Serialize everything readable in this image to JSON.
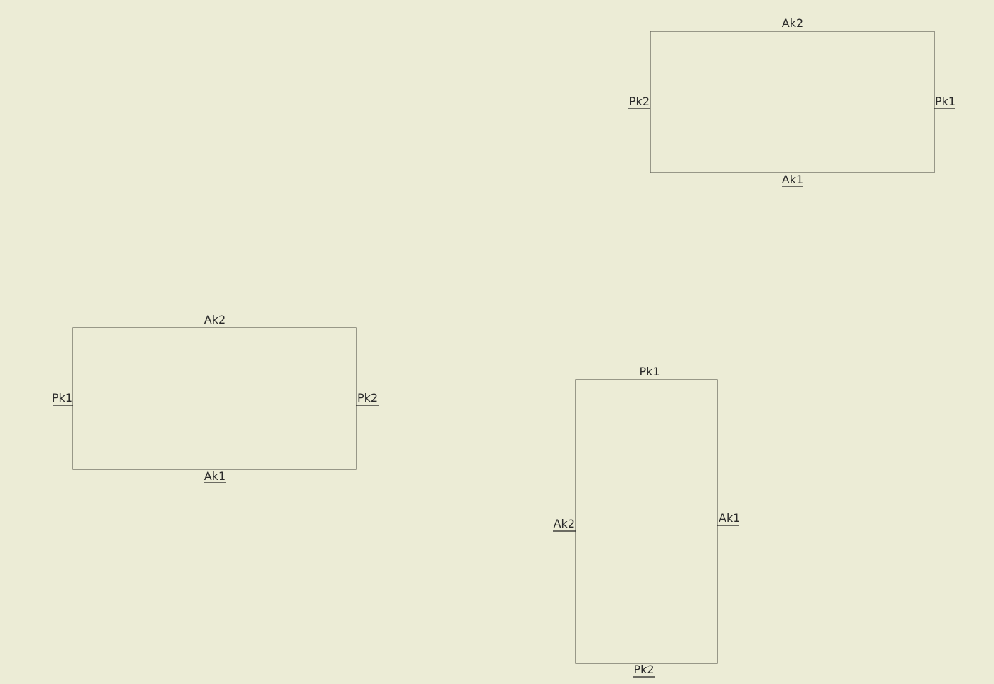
{
  "colors": {
    "background": "#ececd6",
    "outline": "#6a6a5e",
    "text": "#2a2a2a"
  },
  "blocks": [
    {
      "top": "Ak2",
      "bottom": "Ak1",
      "left": "Pk2",
      "right": "Pk1"
    },
    {
      "top": "Ak2",
      "bottom": "Ak1",
      "left": "Pk1",
      "right": "Pk2"
    },
    {
      "top": "Pk1",
      "bottom": "Pk2",
      "left": "Ak2",
      "right": "Ak1"
    }
  ]
}
